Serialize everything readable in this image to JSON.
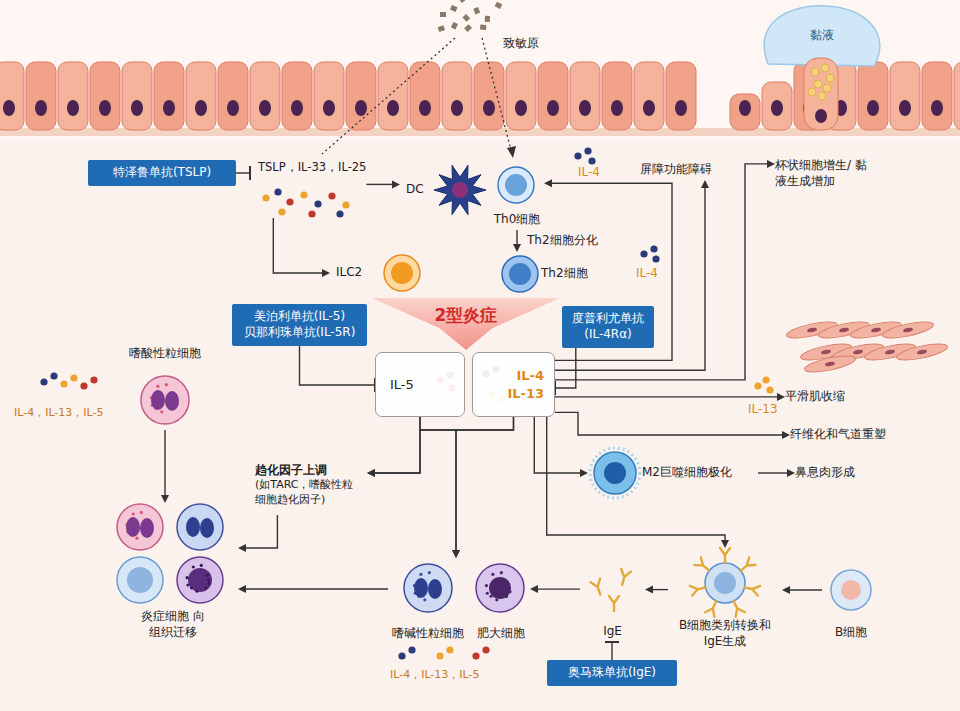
{
  "diagram": {
    "nodes": [
      {
        "text": [
          "特泽鲁单抗(TSLP)"
        ]
      },
      {
        "text": [
          "TSLP，IL-33，IL-25"
        ]
      },
      {
        "text": [
          "DC"
        ]
      },
      {
        "text": [
          "Th0细胞"
        ]
      },
      {
        "text": [
          "Th2细胞"
        ]
      },
      {
        "text": [
          "ILC2"
        ]
      },
      {
        "text": [
          "2型炎症"
        ]
      },
      {
        "text": [
          "美泊利单抗(IL-5)",
          "贝那利珠单抗(IL-5R)"
        ]
      },
      {
        "text": [
          "度普利尤单抗",
          "(IL-4Rα)"
        ]
      },
      {
        "text": [
          "IL-5"
        ]
      },
      {
        "text": [
          "IL-4",
          "IL-13"
        ]
      },
      {
        "text": [
          "嗜酸性粒细胞"
        ]
      },
      {
        "text": [
          "屏障功能障碍"
        ]
      },
      {
        "text": [
          "杯状细胞增生/ 黏液生成增加"
        ]
      },
      {
        "text": [
          "平滑肌收缩"
        ]
      },
      {
        "text": [
          "纤维化和气道重塑"
        ]
      },
      {
        "text": [
          "趋化因子上调",
          "(如TARC，嗜酸性粒细胞趋化因子)"
        ]
      },
      {
        "text": [
          "M2巨噬细胞极化"
        ]
      },
      {
        "text": [
          "鼻息肉形成"
        ]
      },
      {
        "text": [
          "炎症细胞 向组织迁移"
        ]
      },
      {
        "text": [
          "嗜碱性粒细胞"
        ]
      },
      {
        "text": [
          "肥大细胞"
        ]
      },
      {
        "text": [
          "IgE"
        ]
      },
      {
        "text": [
          "B细胞类别转换和 IgE生成"
        ]
      },
      {
        "text": [
          "B细胞"
        ]
      },
      {
        "text": [
          "奥马珠单抗(IgE)"
        ]
      }
    ],
    "edges": [
      {
        "from": 0,
        "to": 1,
        "arrow": "to"
      },
      {
        "from": 1,
        "to": 2,
        "arrow": "to"
      },
      {
        "from": 1,
        "to": 5,
        "arrow": "to"
      },
      {
        "from": 3,
        "to": 4,
        "label": "Th2细胞分化",
        "arrow": "to"
      },
      {
        "from": 7,
        "to": 9,
        "arrow": "to"
      },
      {
        "from": 8,
        "to": 10,
        "arrow": "to"
      },
      {
        "from": 10,
        "to": 3,
        "arrow": "to"
      },
      {
        "from": 10,
        "to": 12,
        "arrow": "to"
      },
      {
        "from": 10,
        "to": 13,
        "arrow": "to"
      },
      {
        "from": 10,
        "to": 14,
        "arrow": "to"
      },
      {
        "from": 10,
        "to": 15,
        "arrow": "to"
      },
      {
        "from": 10,
        "to": 17,
        "arrow": "to"
      },
      {
        "from": 10,
        "to": 23,
        "arrow": "to"
      },
      {
        "from": 17,
        "to": 18,
        "arrow": "to"
      },
      {
        "from": 24,
        "to": 23,
        "arrow": "to"
      },
      {
        "from": 23,
        "to": 22,
        "arrow": "to"
      },
      {
        "from": 22,
        "to": 21,
        "arrow": "to"
      },
      {
        "from": 20,
        "to": 19,
        "arrow": "to"
      },
      {
        "from": 25,
        "to": 22,
        "arrow": "to"
      },
      {
        "from": 11,
        "to": 19,
        "arrow": "to"
      },
      {
        "from": 16,
        "to": 19,
        "arrow": "to"
      },
      {
        "from": 9,
        "to": 16,
        "arrow": "to"
      },
      {
        "from": 10,
        "to": 16,
        "arrow": "to"
      },
      {
        "from": 9,
        "to": 20,
        "arrow": "to"
      },
      {
        "from": 10,
        "to": 20,
        "arrow": "to"
      }
    ],
    "labels": [
      "致敏原",
      "黏液",
      "IL-4",
      "IL-4",
      "IL-4，IL-13，IL-5",
      "IL-13",
      "IL-4，IL-13，IL-5"
    ]
  }
}
